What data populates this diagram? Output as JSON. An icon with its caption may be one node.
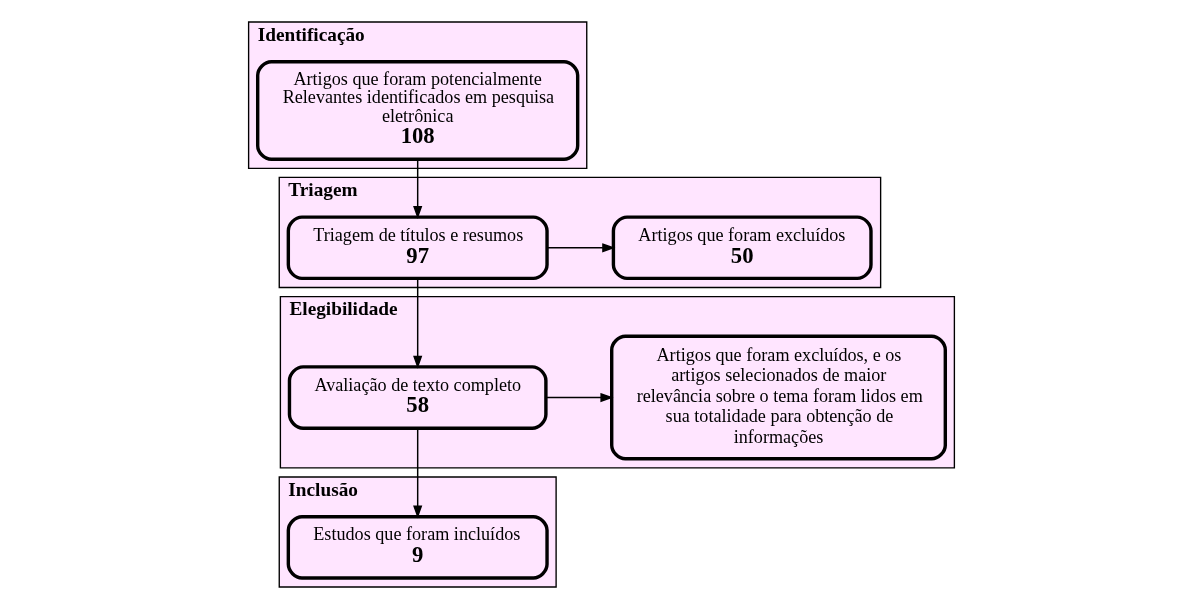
{
  "diagram": {
    "nodes": [
      {
        "text": [
          "Identificação"
        ]
      },
      {
        "text": [
          "Artigos que foram potencialmente Relevantes identificados em pesquisa eletrônica",
          "108"
        ],
        "in": 0
      },
      {
        "text": [
          "Triagem"
        ]
      },
      {
        "text": [
          "Triagem de títulos e resumos",
          "97"
        ],
        "in": 2
      },
      {
        "text": [
          "Artigos que foram excluídos",
          "50"
        ],
        "in": 2
      },
      {
        "text": [
          "Elegibilidade"
        ]
      },
      {
        "text": [
          "Avaliação de texto completo",
          "58"
        ],
        "in": 5
      },
      {
        "text": [
          "Artigos que foram excluídos, e os artigos selecionados de maior relevância sobre o tema foram lidos em sua totalidade para obtenção de informações"
        ],
        "in": 5
      },
      {
        "text": [
          "Inclusão"
        ]
      },
      {
        "text": [
          "Estudos que foram incluídos",
          "9"
        ],
        "in": 8
      }
    ],
    "edges": [
      {
        "from": 1,
        "to": 3,
        "arrow": "to"
      },
      {
        "from": 3,
        "to": 4,
        "arrow": "to"
      },
      {
        "from": 3,
        "to": 6,
        "arrow": "to"
      },
      {
        "from": 6,
        "to": 7,
        "arrow": "to"
      },
      {
        "from": 6,
        "to": 9,
        "arrow": "to"
      }
    ]
  }
}
